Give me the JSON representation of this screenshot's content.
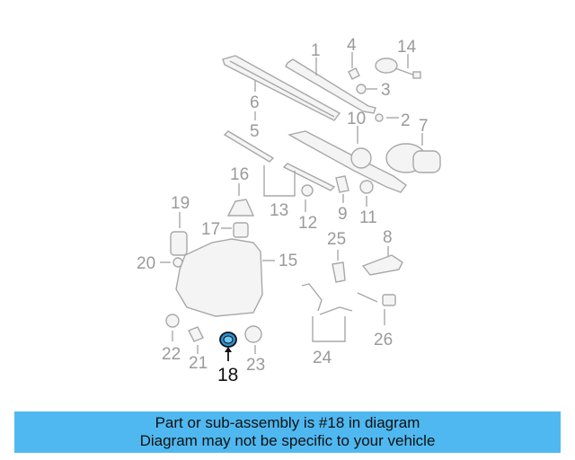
{
  "colors": {
    "accent": "#4fb8f0",
    "highlight": "#2a8fd0"
  },
  "labels": {
    "l1": "1",
    "l2": "2",
    "l3": "3",
    "l4": "4",
    "l5": "5",
    "l6": "6",
    "l7": "7",
    "l8": "8",
    "l9": "9",
    "l10": "10",
    "l11": "11",
    "l12": "12",
    "l13": "13",
    "l14": "14",
    "l15": "15",
    "l16": "16",
    "l17": "17",
    "l18": "18",
    "l19": "19",
    "l20": "20",
    "l21": "21",
    "l22": "22",
    "l23": "23",
    "l24": "24",
    "l25": "25",
    "l26": "26"
  },
  "banner": {
    "line1": "Part or sub-assembly is #18 in diagram",
    "line2": "Diagram may not be specific to your vehicle"
  }
}
